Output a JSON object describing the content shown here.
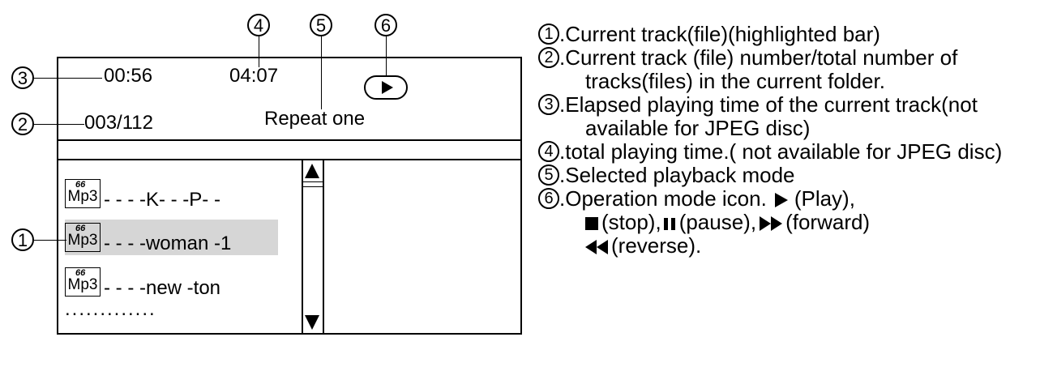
{
  "screen": {
    "elapsed_time": "00:56",
    "total_time": "04:07",
    "track_counter": "003/112",
    "playback_mode": "Repeat one",
    "mode_icon": "play-icon",
    "file_badge": "Mp3",
    "file_badge_mark": "66",
    "files": [
      {
        "name": "- - - -K- - -P- -",
        "highlighted": false
      },
      {
        "name": "- - - -woman -1",
        "highlighted": true
      },
      {
        "name": "- - - -new -ton",
        "highlighted": false
      }
    ],
    "more_indicator": "............."
  },
  "callouts": {
    "c1": "1",
    "c2": "2",
    "c3": "3",
    "c4": "4",
    "c5": "5",
    "c6": "6"
  },
  "legend": {
    "items": [
      {
        "num": "1",
        "text": ".Current track(file)(highlighted bar)"
      },
      {
        "num": "2",
        "text": ".Current track (file) number/total number of tracks(files) in the current folder."
      },
      {
        "num": "3",
        "text": ".Elapsed playing time of the current track(not available for JPEG disc)"
      },
      {
        "num": "4",
        "text": ".total playing time.( not available for JPEG disc)"
      },
      {
        "num": "5",
        "text": ".Selected playback mode"
      }
    ],
    "item6": {
      "num": "6",
      "line1": ".Operation mode icon.",
      "play": "(Play),",
      "stop": "(stop),",
      "pause": "(pause),",
      "forward": "(forward)",
      "reverse": "(reverse)."
    }
  }
}
